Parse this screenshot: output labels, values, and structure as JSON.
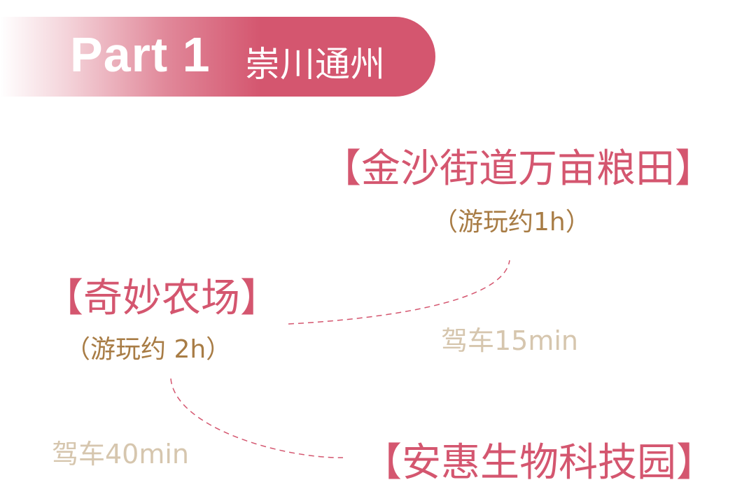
{
  "header": {
    "part": "Part 1",
    "region": "崇川通州"
  },
  "stops": [
    {
      "name": "【金沙街道万亩粮田】",
      "duration": "（游玩约1h）"
    },
    {
      "name": "【奇妙农场】",
      "duration": "（游玩约 2h）"
    },
    {
      "name": "【安惠生物科技园】"
    }
  ],
  "routes": [
    {
      "label": "驾车15min"
    },
    {
      "label": "驾车40min"
    }
  ],
  "colors": {
    "accent": "#d4566f",
    "duration": "#a87c45",
    "drive": "#d6c6ae"
  }
}
